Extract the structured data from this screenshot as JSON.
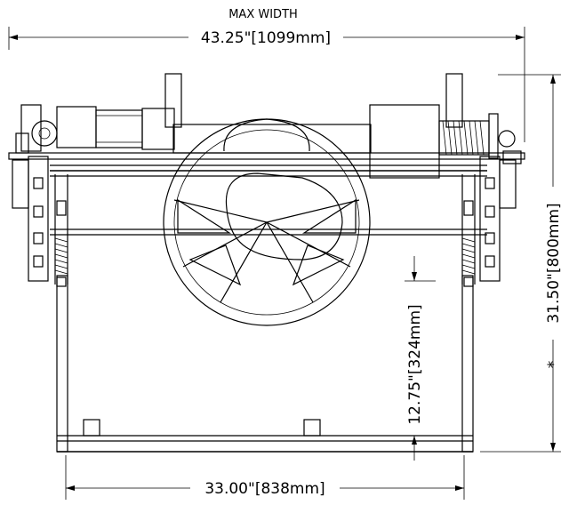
{
  "dimensions": {
    "max_width_title": "MAX WIDTH",
    "max_width_value": "43.25\"[1099mm]",
    "height_value": "31.50\"[800mm]",
    "height_mark": "*",
    "inner_height_value": "12.75\"[324mm]",
    "base_width_value": "33.00\"[838mm]"
  }
}
